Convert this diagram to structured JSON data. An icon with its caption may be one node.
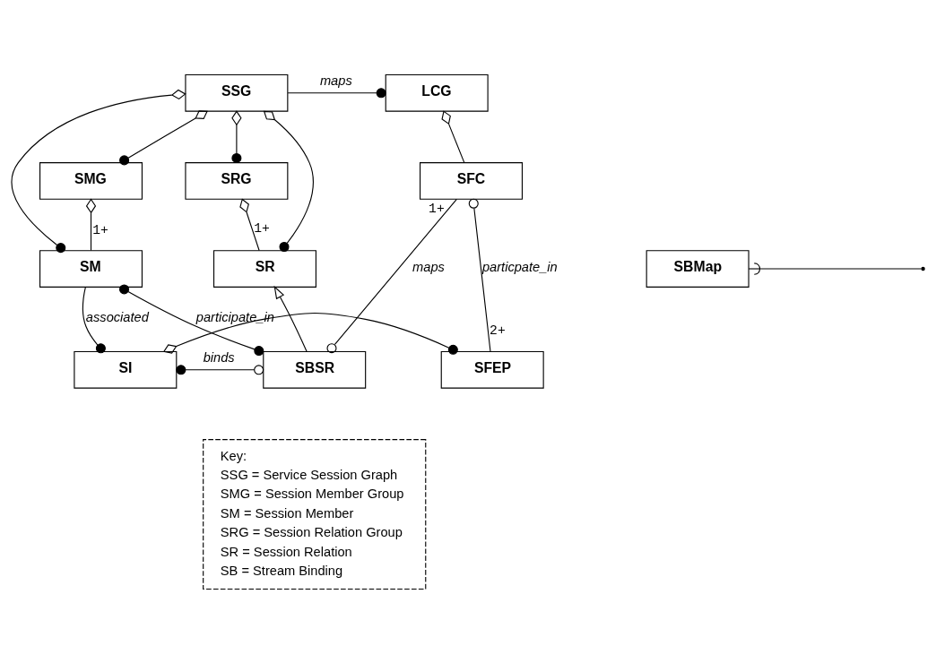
{
  "diagram": {
    "nodes": [
      {
        "text": [
          "SSG"
        ]
      },
      {
        "text": [
          "LCG"
        ]
      },
      {
        "text": [
          "SMG"
        ]
      },
      {
        "text": [
          "SRG"
        ]
      },
      {
        "text": [
          "SFC"
        ]
      },
      {
        "text": [
          "SM"
        ]
      },
      {
        "text": [
          "SR"
        ]
      },
      {
        "text": [
          "SBMap"
        ]
      },
      {
        "text": [
          "SI"
        ]
      },
      {
        "text": [
          "SBSR"
        ]
      },
      {
        "text": [
          "SFEP"
        ]
      },
      {
        "text": [
          "Key:",
          "SSG = Service Session Graph",
          "SMG = Session Member Group",
          "SM = Session Member",
          "SRG = Session Relation Group",
          "SR = Session Relation",
          "SB = Stream Binding"
        ]
      }
    ],
    "edges": [
      {
        "from": 0,
        "to": 1,
        "arrow": "other",
        "label": "maps"
      },
      {
        "from": 0,
        "to": 2,
        "arrow": "other"
      },
      {
        "from": 0,
        "to": 3,
        "arrow": "other"
      },
      {
        "from": 0,
        "to": 5,
        "arrow": "other"
      },
      {
        "from": 0,
        "to": 6,
        "arrow": "other"
      },
      {
        "from": 1,
        "to": 4,
        "arrow": "other"
      },
      {
        "from": 2,
        "to": 5,
        "arrow": "other"
      },
      {
        "from": 3,
        "to": 6,
        "arrow": "other"
      },
      {
        "from": 4,
        "to": 9,
        "arrow": "other",
        "label": "maps"
      },
      {
        "from": 7,
        "to": null,
        "arrow": "other"
      },
      {
        "from": 4,
        "to": 10,
        "arrow": "other",
        "label": "particpate_in"
      },
      {
        "from": 5,
        "to": 9,
        "arrow": "other",
        "label": "participate_in"
      },
      {
        "from": 5,
        "to": 8,
        "arrow": "other",
        "label": "associated"
      },
      {
        "from": 9,
        "to": 6,
        "arrow": "to"
      },
      {
        "from": 8,
        "to": 9,
        "arrow": "other",
        "label": "binds"
      },
      {
        "from": 8,
        "to": 10,
        "arrow": "other"
      }
    ],
    "labels": [
      "1+",
      "1+",
      "1+",
      "2+"
    ]
  }
}
